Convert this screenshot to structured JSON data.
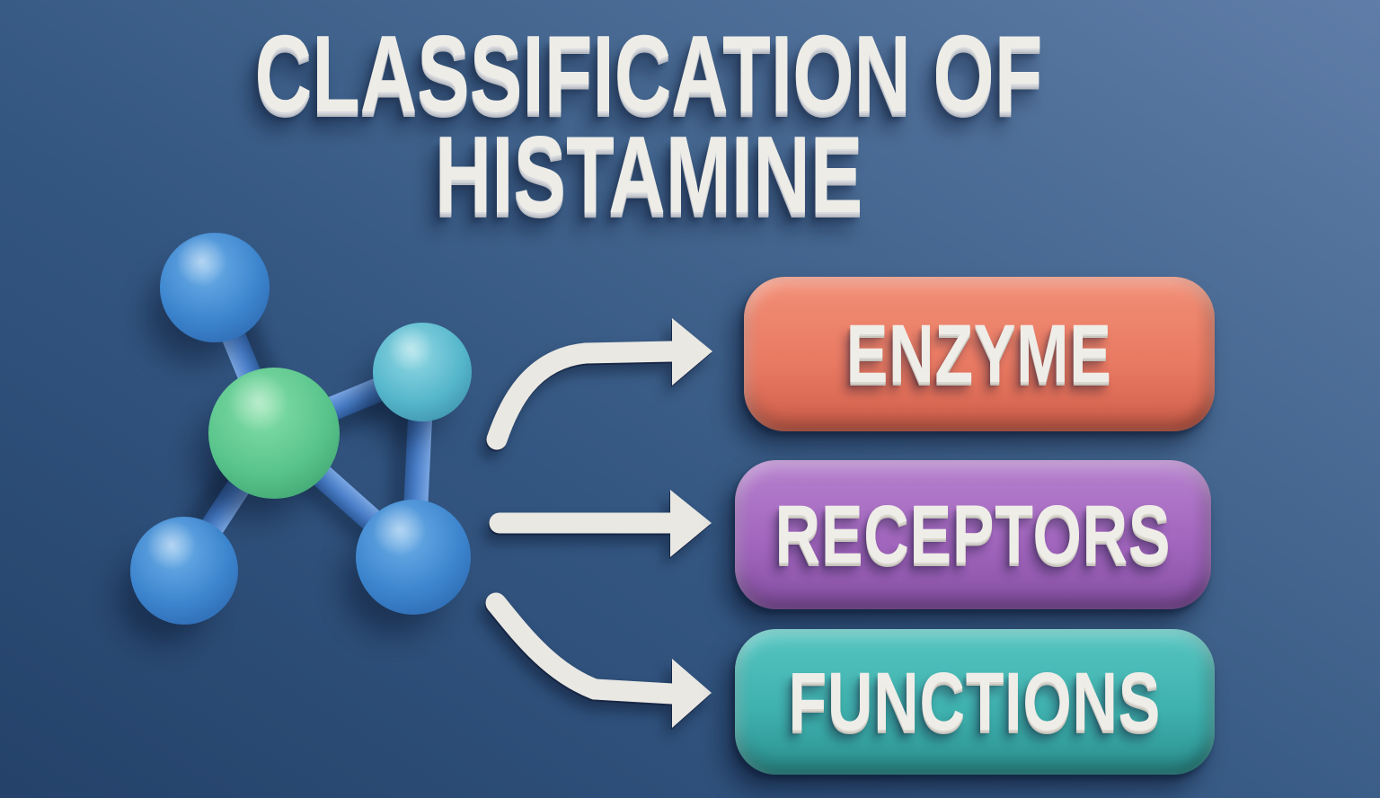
{
  "background": {
    "gradient_top_right": "#5F7DA8",
    "gradient_bottom_left": "#24426A"
  },
  "title": {
    "line1": "CLASSIFICATION OF",
    "line2": "HISTAMINE",
    "color": "#EDECE7"
  },
  "categories": [
    {
      "label": "ENZYME",
      "color": "#E97A63",
      "color_light": "#F28F76",
      "color_dark": "#D05F4B"
    },
    {
      "label": "RECEPTORS",
      "color": "#A266BE",
      "color_light": "#B681CD",
      "color_dark": "#8650A4"
    },
    {
      "label": "FUNCTIONS",
      "color": "#3FB1AE",
      "color_light": "#56C5C0",
      "color_dark": "#2B918F"
    }
  ],
  "arrows": {
    "color": "#E9E8E3"
  },
  "molecule": {
    "type": "ball-and-stick",
    "center_atom_color": "#58C48B",
    "outer_atom_color_blue": "#3C85CE",
    "outer_atom_color_teal": "#55B6CB",
    "bond_color": "#4A7FC9"
  }
}
